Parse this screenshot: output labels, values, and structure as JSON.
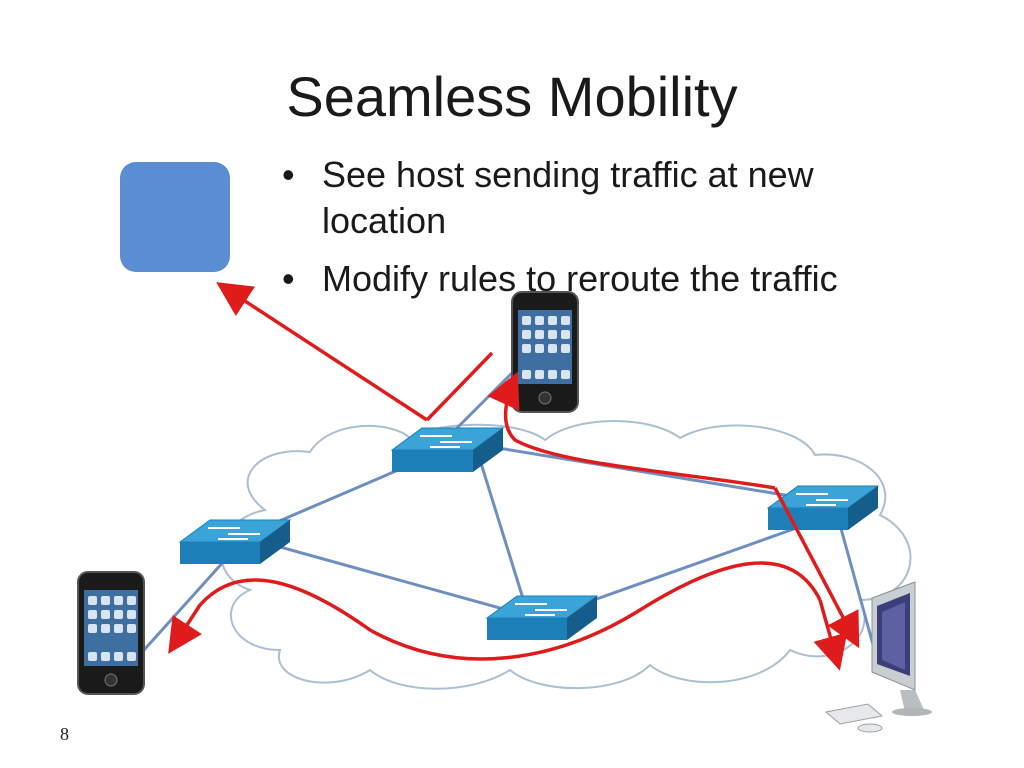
{
  "slide": {
    "title": "Seamless Mobility",
    "bullets": [
      "See host sending traffic at new location",
      "Modify rules to reroute the traffic"
    ],
    "bullet_glyph": "•",
    "slide_number": "8"
  },
  "icons": {
    "controller": "controller-box-icon",
    "switch": "network-switch-icon",
    "phone": "smartphone-icon",
    "desktop": "desktop-computer-icon",
    "cloud": "network-cloud-icon"
  },
  "colors": {
    "controller": "#5b8dd2",
    "link": "#6f8fc0",
    "flow": "#e01b1b",
    "switch_top": "#3aa3d8",
    "switch_side": "#1d7fb8",
    "cloud_stroke": "#a9bfd4"
  }
}
